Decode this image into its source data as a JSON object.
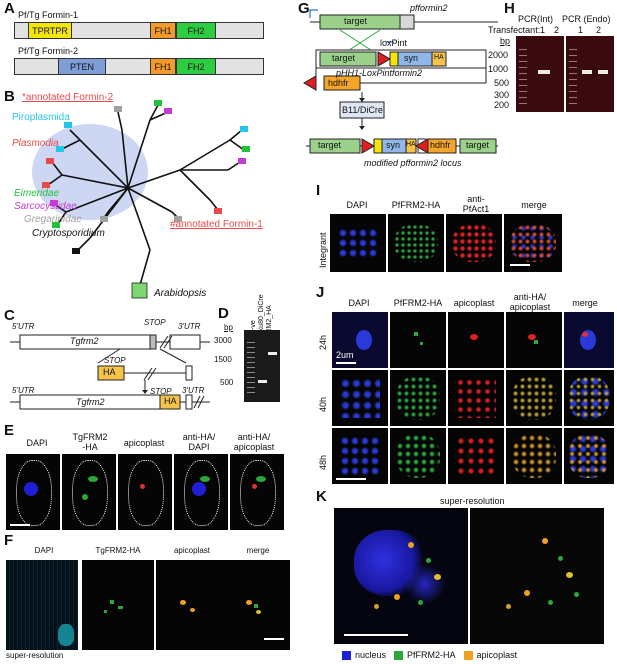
{
  "panels": {
    "A": {
      "letter": "A",
      "formin1": {
        "title": "Pf/Tg Formin-1",
        "domains": [
          "TPRTPR",
          "FH1",
          "FH2"
        ]
      },
      "formin2": {
        "title": "Pf/Tg Formin-2",
        "domains": [
          "PTEN",
          "FH1",
          "FH2"
        ]
      },
      "colors": {
        "tpr": "#f5e60a",
        "pten": "#7f9ed8",
        "fh1": "#f39a2b",
        "fh2": "#2ecc40",
        "body": "#e2e2e2"
      }
    },
    "B": {
      "letter": "B",
      "annot2": "*annotated Formin-2",
      "annot1": "#annotated Formin-1",
      "clades": [
        {
          "name": "Piroplasmida",
          "color": "#22c7e8"
        },
        {
          "name": "Plasmodia",
          "color": "#e84a4a"
        },
        {
          "name": "Eimeridae",
          "color": "#22c13a"
        },
        {
          "name": "Sarcocystidae",
          "color": "#c43bd6"
        },
        {
          "name": "Gregarinidae",
          "color": "#a0a0a0"
        },
        {
          "name": "Cryptosporidium",
          "color": "#111111"
        }
      ],
      "outgroup": "Arabidopsis"
    },
    "C": {
      "letter": "C",
      "utr5": "5'UTR",
      "utr3": "3'UTR",
      "gene": "Tgfrm2",
      "stop": "STOP",
      "ha": "HA"
    },
    "D": {
      "letter": "D",
      "unit": "bp",
      "ladder": [
        "3000",
        "1500",
        "500"
      ],
      "lanes": [
        "-ve",
        "RH_Δku80_DiCre",
        "TgFRM2_HA"
      ]
    },
    "E": {
      "letter": "E",
      "captions": [
        "DAPI",
        "TgFRM2\n-HA",
        "apicoplast",
        "anti-HA/\nDAPI",
        "anti-HA/\napicoplast"
      ]
    },
    "F": {
      "letter": "F",
      "captions": [
        "DAPI",
        "TgFRM2-HA",
        "apicoplast",
        "merge"
      ],
      "footer": "super-resolution"
    },
    "G": {
      "letter": "G",
      "gene": "pfformin2",
      "target": "target",
      "loxpint": "loxPint",
      "plasmid": "pHH1-LoxPintformin2",
      "syn": "syn",
      "ha": "HA",
      "hdhfr": "hdhfr",
      "cre": "B11/DiCre",
      "modified": "modified pfformin2 locus"
    },
    "H": {
      "letter": "H",
      "pcr_int": "PCR(Int)",
      "pcr_endo": "PCR (Endo)",
      "transfectant": "Transfectant:",
      "lanes": [
        "1",
        "2",
        "1",
        "2"
      ],
      "unit": "bp",
      "ladder": [
        "2000",
        "1000",
        "500",
        "300",
        "200"
      ]
    },
    "I": {
      "letter": "I",
      "captions": [
        "DAPI",
        "PfFRM2-HA",
        "anti-\nPfAct1",
        "merge"
      ],
      "row": "Integrant"
    },
    "J": {
      "letter": "J",
      "captions": [
        "DAPI",
        "PfFRM2-HA",
        "apicoplast",
        "anti-HA/\napicoplast",
        "merge"
      ],
      "rows": [
        "24h",
        "40h",
        "48h"
      ],
      "scalebar": "2um"
    },
    "K": {
      "letter": "K",
      "title": "super-resolution",
      "legend": [
        {
          "label": "nucleus",
          "color": "#1f1fd6"
        },
        {
          "label": "PfFRM2-HA",
          "color": "#2aa83a"
        },
        {
          "label": "apicoplast",
          "color": "#f0a020"
        }
      ]
    }
  }
}
